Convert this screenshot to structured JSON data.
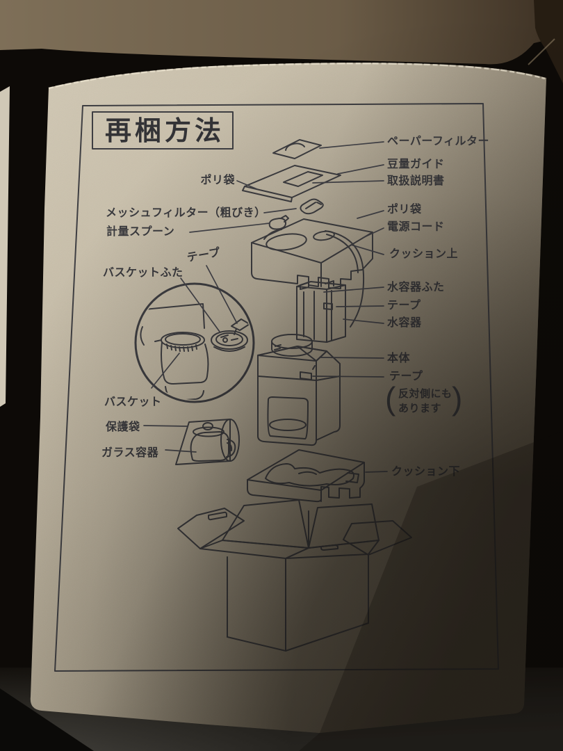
{
  "diagram": {
    "title": "再梱方法",
    "labels": {
      "paper_filter": "ペーパーフィルター",
      "bean_guide": "豆量ガイド",
      "manual": "取扱説明書",
      "poly_bag_left": "ポリ袋",
      "mesh_filter": "メッシュフィルター（粗びき）",
      "measuring_spoon": "計量スプーン",
      "poly_bag_right": "ポリ袋",
      "power_cord": "電源コード",
      "cushion_top": "クッション上",
      "tape_top": "テープ",
      "basket_lid": "バスケットふた",
      "water_tank_lid": "水容器ふた",
      "tape_mid": "テープ",
      "water_tank": "水容器",
      "main_body": "本体",
      "tape_side": "テープ",
      "tape_side_note_1": "反対側にも",
      "tape_side_note_2": "あります",
      "paren_open": "(",
      "paren_close": ")",
      "basket": "バスケット",
      "protective_bag": "保護袋",
      "glass_container": "ガラス容器",
      "cushion_bottom": "クッション下"
    },
    "colors": {
      "ink": "#3e3e42",
      "cardboard": "#bfb5a0",
      "cardboard_shadow": "#9a8f7a",
      "flap_brown": "#6b5c47",
      "background": "#0d0a07"
    }
  }
}
